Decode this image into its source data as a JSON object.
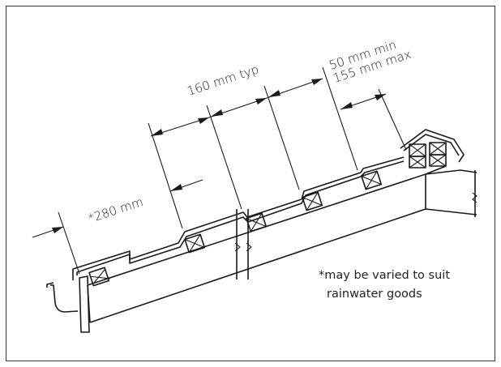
{
  "dimensions": {
    "typical_spacing": "160 mm typ",
    "overlap_min": "50 mm min",
    "overlap_max": "155 mm max",
    "eaves_distance": "*280 mm"
  },
  "note": {
    "line1": "*may be varied to suit",
    "line2": "rainwater goods"
  }
}
